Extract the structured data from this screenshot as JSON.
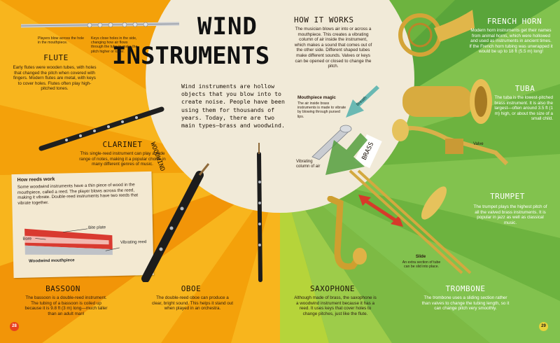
{
  "title": {
    "line1": "WIND",
    "line2": "INSTRUMENTS"
  },
  "intro": "Wind instruments are hollow objects that you blow into to create noise. People have been using them for thousands of years. Today, there are two main types—brass and woodwind.",
  "labels": {
    "woodwind": "WOODWIND",
    "brass": "BRASS",
    "breath": "Breath"
  },
  "flute": {
    "heading": "FLUTE",
    "callout_left": "Players blow across the hole in the mouthpiece.",
    "callout_right": "Keys close holes in the side, changing how air flows through the tube to make the pitch higher or lower.",
    "text": "Early flutes were wooden tubes, with holes that changed the pitch when covered with fingers. Modern flutes are metal, with keys to cover holes. Flutes often play high-pitched tones."
  },
  "clarinet": {
    "heading": "CLARINET",
    "text": "This single-reed instrument can play a wide range of notes, making it a popular choice in many different genres of music."
  },
  "reeds": {
    "heading": "How reeds work",
    "text": "Some woodwind instruments have a thin piece of wood in the mouthpiece, called a reed. The player blows across the reed, making it vibrate. Double-reed instruments have two reeds that vibrate together.",
    "bite_plate": "Bite plate",
    "bore": "Bore",
    "vibrating_reed": "Vibrating reed",
    "mouthpiece": "Woodwind mouthpiece"
  },
  "bassoon": {
    "heading": "BASSOON",
    "text": "The bassoon is a double-reed instrument. The tubing of a bassoon is coiled up because it is 9.8 ft (3 m) long—much taller than an adult man!"
  },
  "oboe": {
    "heading": "OBOE",
    "text": "The double-reed oboe can produce a clear, bright sound. This helps it stand out when played in an orchestra."
  },
  "how_it_works": {
    "heading": "HOW IT WORKS",
    "text": "The musician blows air into or across a mouthpiece. This creates a vibrating column of air inside the instrument, which makes a sound that comes out of the other side. Different shaped tubes make different sounds. Valves or keys can be opened or closed to change the pitch."
  },
  "mouthpiece_magic": {
    "heading": "Mouthpiece magic",
    "text": "The air inside brass instruments is made to vibrate by blowing through pursed lips.",
    "vibrating_column": "Vibrating column of air"
  },
  "saxophone": {
    "heading": "SAXOPHONE",
    "text": "Although made of brass, the saxophone is a woodwind instrument because it has a reed. It uses keys that cover holes to change pitches, just like the flute."
  },
  "french_horn": {
    "heading": "FRENCH HORN",
    "text": "Modern horn instruments get their names from animal horns, which were hollowed and used as instruments in ancient times. If the French horn tubing was unwrapped it would be up to 18 ft (5.5 m) long!"
  },
  "tuba": {
    "heading": "TUBA",
    "text": "The tuba is the lowest-pitched brass instrument. It is also the largest—often around 3.5 ft (1 m) high, or about the size of a small child."
  },
  "trumpet": {
    "heading": "TRUMPET",
    "valve": "Valve",
    "text": "The trumpet plays the highest pitch of all the valved brass instruments. It is popular in jazz as well as classical music."
  },
  "trombone": {
    "heading": "TROMBONE",
    "slide": "Slide",
    "slide_note": "An extra section of tube can be slid into place.",
    "text": "The trombone uses a sliding section rather than valves to change the tubing length, so it can change pitch very smoothly."
  },
  "pages": {
    "left": "28",
    "right": "29"
  },
  "colors": {
    "orange": "#f4a10a",
    "green": "#6db33f",
    "cream": "#f1ead8",
    "red": "#d63a2a"
  }
}
